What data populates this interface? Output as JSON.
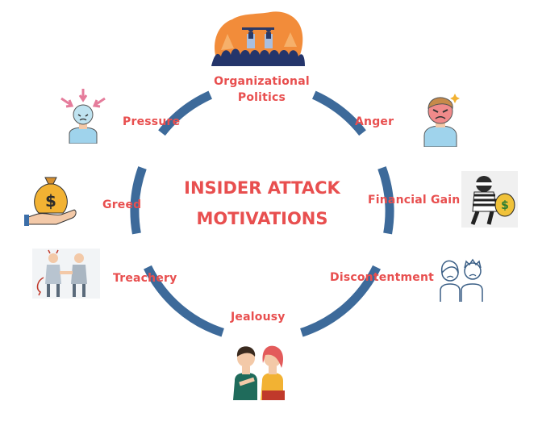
{
  "title": {
    "line1": "INSIDER ATTACK",
    "line2": "MOTIVATIONS"
  },
  "motivations": [
    {
      "label_line1": "Organizational",
      "label_line2": "Politics",
      "icon": "crowd-rally-icon"
    },
    {
      "label": "Anger",
      "icon": "angry-man-icon"
    },
    {
      "label": "Financial Gain",
      "icon": "thief-with-money-bag-icon"
    },
    {
      "label": "Discontentment",
      "icon": "unhappy-couple-icon"
    },
    {
      "label": "Jealousy",
      "icon": "jealous-couple-icon"
    },
    {
      "label": "Treachery",
      "icon": "devil-handshake-icon"
    },
    {
      "label": "Greed",
      "icon": "money-bag-hand-icon"
    },
    {
      "label": "Pressure",
      "icon": "stressed-man-icon"
    }
  ],
  "colors": {
    "ring": "#3d6a9a",
    "label": "#e84f4f",
    "background": "#ffffff"
  }
}
